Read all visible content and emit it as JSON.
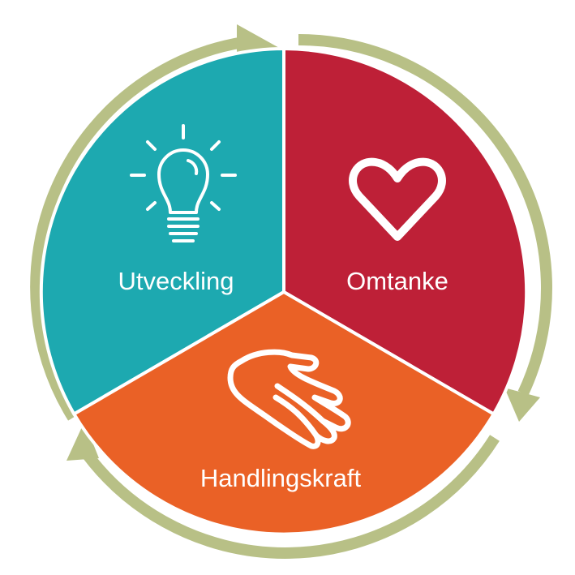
{
  "colors": {
    "ring": "#b8c086",
    "teal": "#1da9b0",
    "red": "#be2037",
    "orange": "#ea6126",
    "divider": "#ffffff",
    "icon": "#ffffff"
  },
  "segments": [
    {
      "id": "utveckling",
      "label": "Utveckling",
      "icon": "lightbulb-icon",
      "color": "#1da9b0"
    },
    {
      "id": "omtanke",
      "label": "Omtanke",
      "icon": "heart-icon",
      "color": "#be2037"
    },
    {
      "id": "handlingskraft",
      "label": "Handlingskraft",
      "icon": "hand-icon",
      "color": "#ea6126"
    }
  ]
}
